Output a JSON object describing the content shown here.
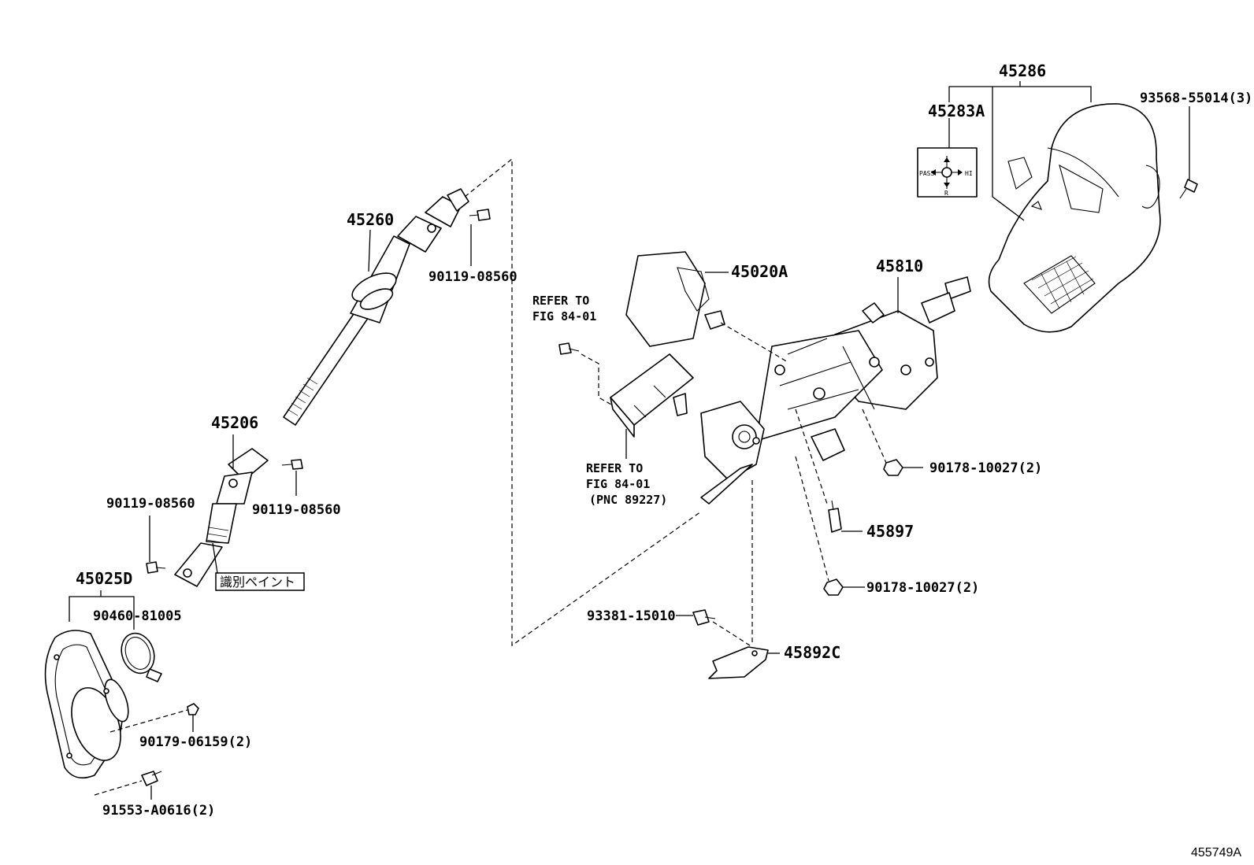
{
  "diagram": {
    "figure_id": "455749A",
    "paint_note": "識別ペイント",
    "indicator_text": {
      "left": "PASS",
      "right": "HI",
      "bottom": "R"
    },
    "labels": {
      "p45286": "45286",
      "p45283A": "45283A",
      "p93568_55014": "93568-55014(3)",
      "p45260": "45260",
      "p90119_a": "90119-08560",
      "p45020A": "45020A",
      "p45810": "45810",
      "refer1_line1": "REFER TO",
      "refer1_line2": "FIG 84-01",
      "refer2_line1": "REFER TO",
      "refer2_line2": "FIG 84-01",
      "refer2_line3": "(PNC 89227)",
      "p45206": "45206",
      "p90119_b": "90119-08560",
      "p90119_c": "90119-08560",
      "p90178_a": "90178-10027(2)",
      "p45897": "45897",
      "p90178_b": "90178-10027(2)",
      "p45025D": "45025D",
      "p90460_81005": "90460-81005",
      "p93381_15010": "93381-15010",
      "p45892C": "45892C",
      "p90179_06159": "90179-06159(2)",
      "p91553_A0616": "91553-A0616(2)"
    }
  }
}
